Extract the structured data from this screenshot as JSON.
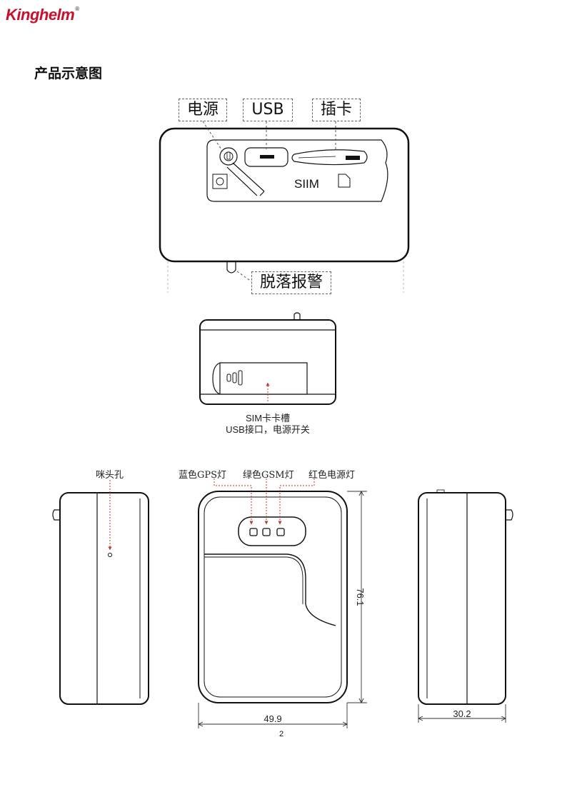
{
  "header": {
    "brand": "Kinghelm",
    "reg_mark": "®"
  },
  "section": {
    "title": "产品示意图"
  },
  "top_view": {
    "labels": {
      "power": "电源",
      "usb": "USB",
      "card": "插卡",
      "tamper": "脱落报警"
    },
    "panel_text": "SIIM"
  },
  "side_view": {
    "caption_line1": "SIM卡卡槽",
    "caption_line2": "USB接口，电源开关"
  },
  "front_views": {
    "mic_label": "咪头孔",
    "led_blue": "蓝色GPS灯",
    "led_green": "绿色GSM灯",
    "led_red": "红色电源灯",
    "dim_height": "76.1",
    "dim_width": "49.9",
    "dim_depth": "30.2"
  },
  "footer": {
    "page_number": "2"
  },
  "colors": {
    "brand": "#c8102e",
    "arrow": "#c0392b",
    "outline": "#111111"
  }
}
